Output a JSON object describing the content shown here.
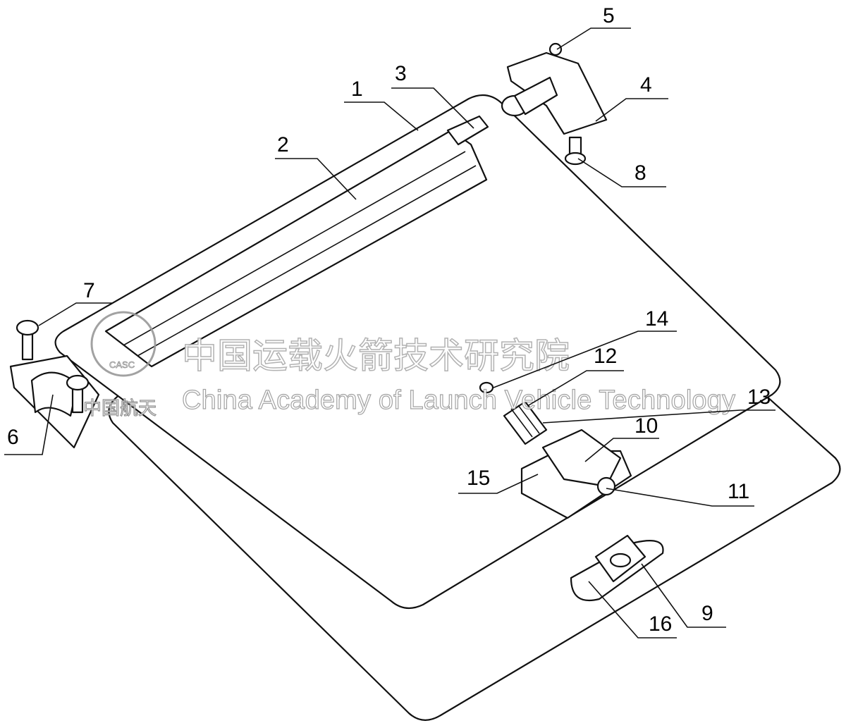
{
  "labels": [
    "1",
    "2",
    "3",
    "4",
    "5",
    "6",
    "7",
    "8",
    "9",
    "10",
    "11",
    "12",
    "13",
    "14",
    "15",
    "16"
  ],
  "watermark": {
    "chinese": "中国运载火箭技术研究院",
    "english": "China Academy of Launch Vehicle Technology",
    "brand": "中国航天",
    "logo_text": "CASC"
  }
}
